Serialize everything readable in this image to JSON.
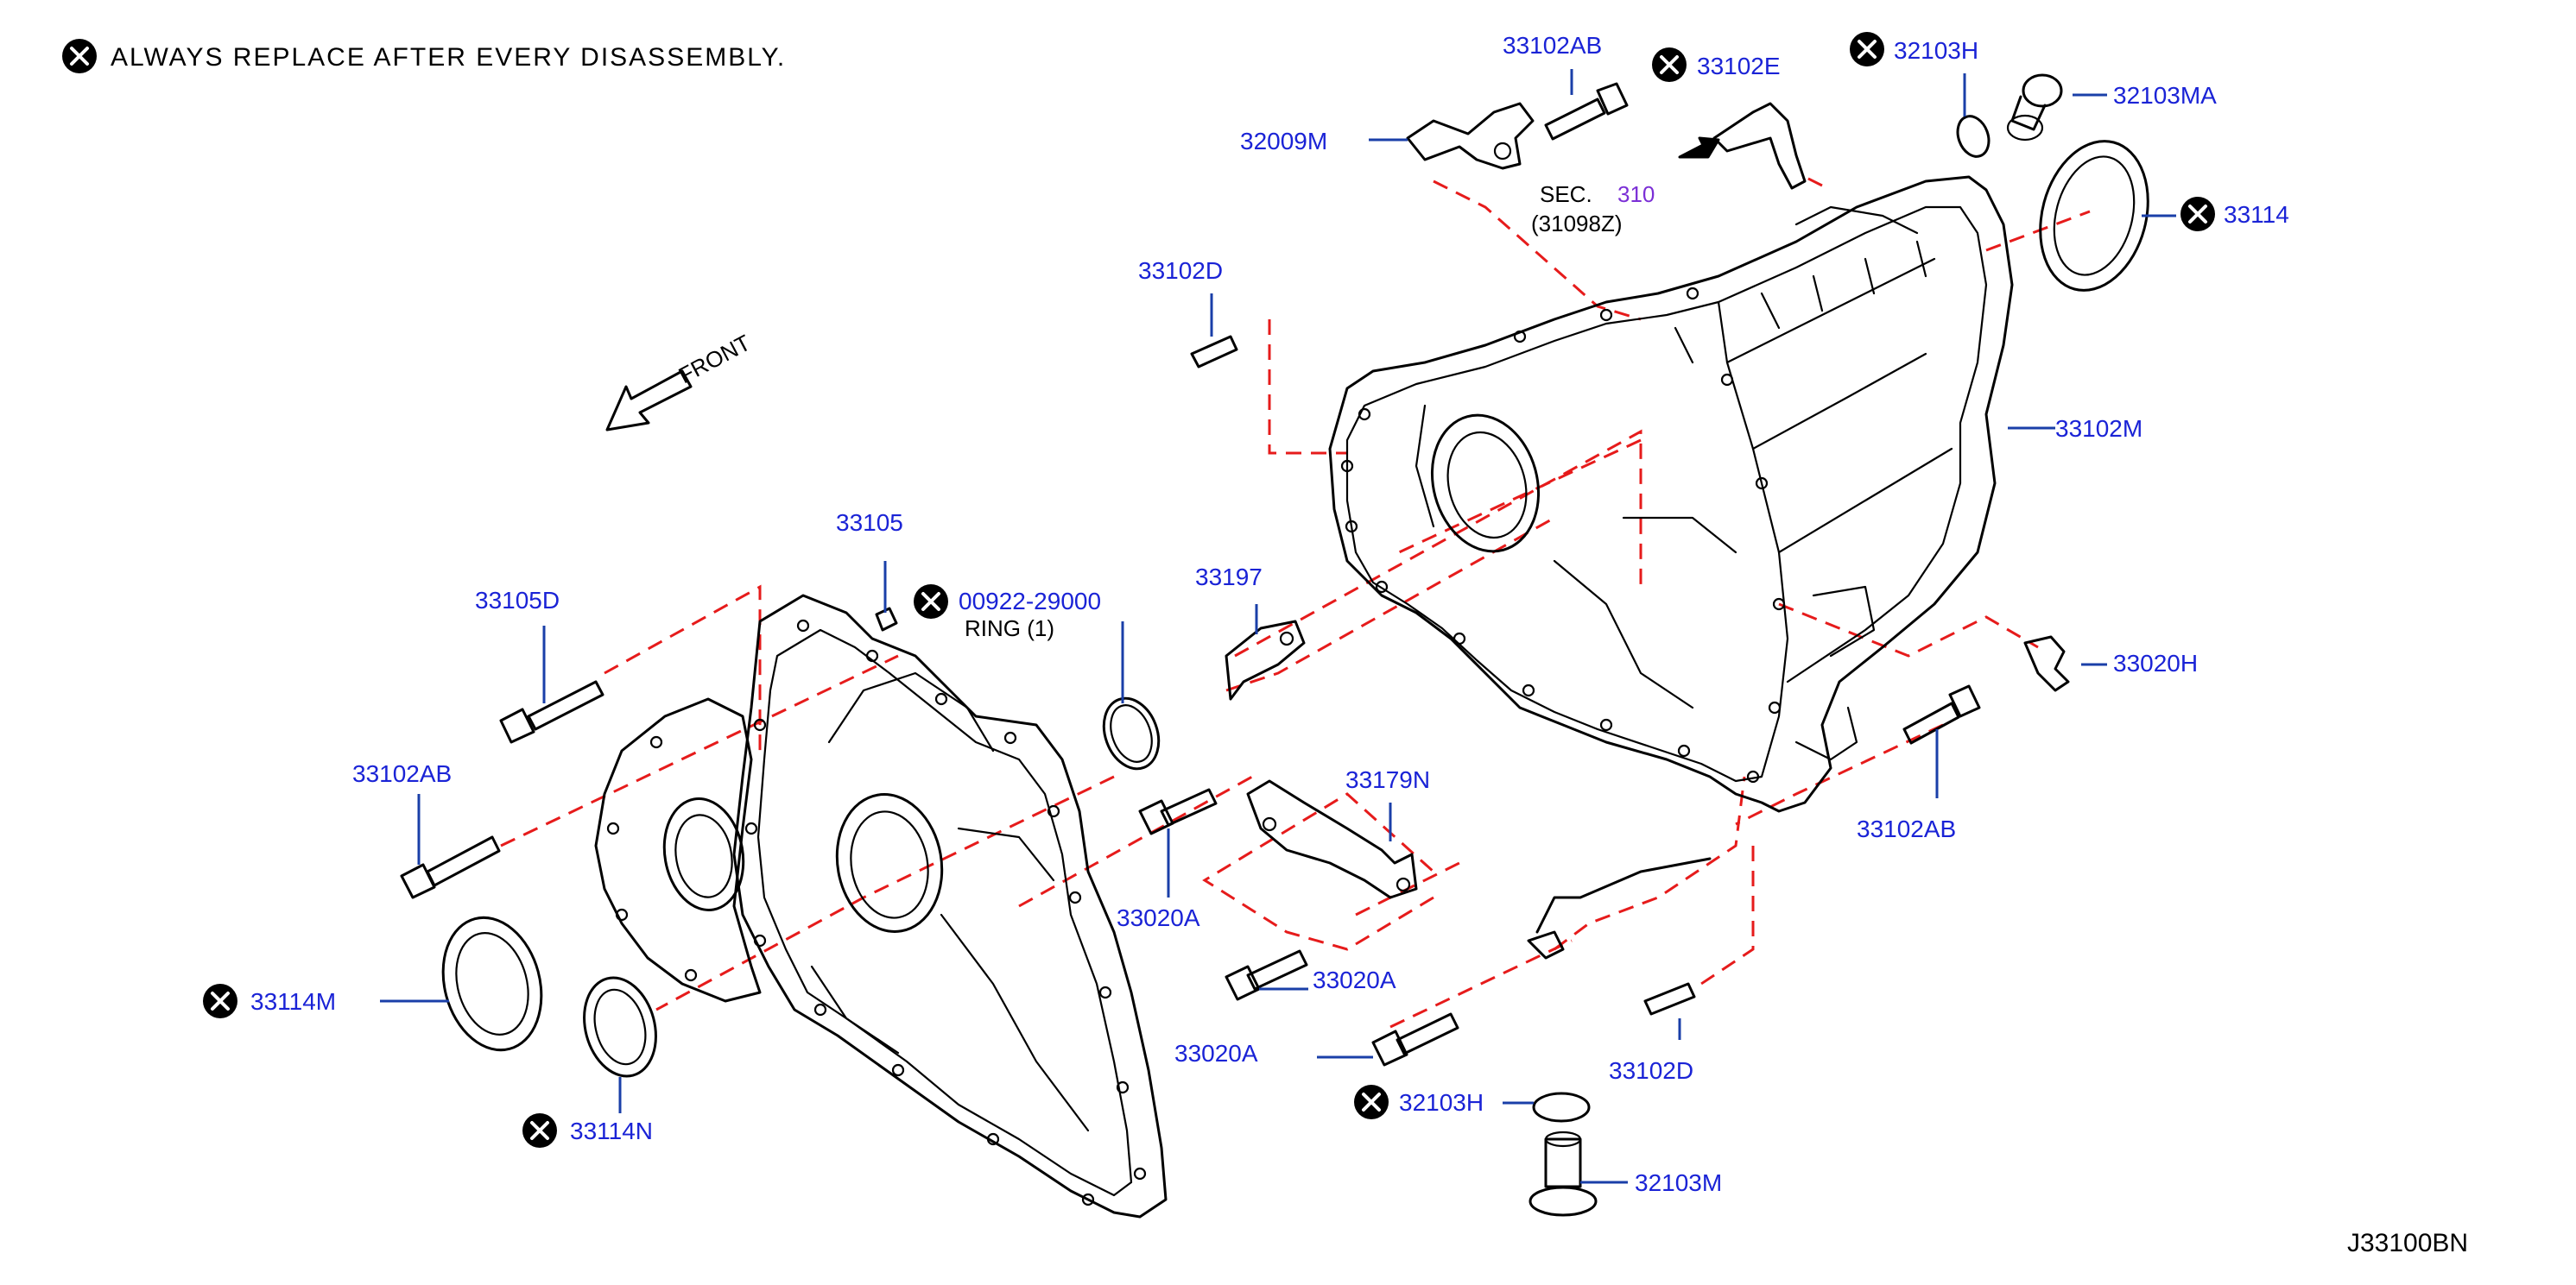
{
  "note": {
    "text": "ALWAYS  REPLACE  AFTER  EVERY  DISASSEMBLY."
  },
  "front_label": "FRONT",
  "section_ref": {
    "prefix": "SEC.",
    "number": "310",
    "sub": "(31098Z)"
  },
  "ring_note": "RING  (1)",
  "diagram_id": "J33100BN",
  "labels": {
    "p33102AB_top": "33102AB",
    "p33102E": "33102E",
    "p32103H_top": "32103H",
    "p32103MA": "32103MA",
    "p32009M": "32009M",
    "p33114": "33114",
    "p33102D_top": "33102D",
    "p33102M": "33102M",
    "p33105": "33105",
    "p00922": "00922-29000",
    "p33105D": "33105D",
    "p33197": "33197",
    "p33020H": "33020H",
    "p33102AB_left": "33102AB",
    "p33179N": "33179N",
    "p33102AB_right": "33102AB",
    "p33020A_1": "33020A",
    "p33020A_2": "33020A",
    "p33020A_3": "33020A",
    "p33114M": "33114M",
    "p33114N": "33114N",
    "p32103H_bot": "32103H",
    "p33102D_bot": "33102D",
    "p32103M": "32103M"
  },
  "colors": {
    "label": "#1a23d6",
    "dash": "#e61b1b",
    "leader": "#1a3fa8",
    "section": "#7b2fd6"
  },
  "icons": [
    "replace-x-icon",
    "front-arrow-icon"
  ]
}
